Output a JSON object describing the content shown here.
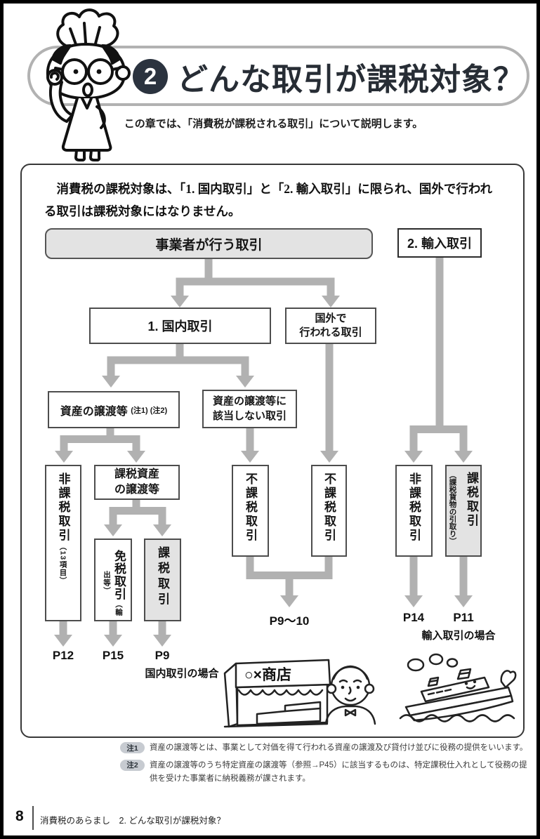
{
  "header": {
    "chapter_number": "2",
    "title": "どんな取引が課税対象？",
    "subtitle": "この章では、「消費税が課税される取引」について説明します。"
  },
  "intro_line": "消費税の課税対象は、「1. 国内取引」と「2. 輸入取引」に限られ、国外で行われる取引は課税対象にはなりません。",
  "flow": {
    "business": "事業者が行う取引",
    "import": "2. 輸入取引",
    "domestic": "1. 国内取引",
    "abroad": "国外で\n行われる取引",
    "transfer": "資産の譲渡等",
    "transfer_refs": "(注1) (注2)",
    "not_transfer": "資産の譲渡等に\n該当しない取引",
    "nontaxable": "非課税取引",
    "nontaxable_sub": "（13項目）",
    "taxable_assets": "課税資産\nの譲渡等",
    "exempt": "免税取引",
    "exempt_sub": "（輸出等）",
    "taxable_domestic": "課税取引",
    "outside_domestic": "不課税取引",
    "outside_abroad": "不課税取引",
    "nontaxable_import": "非課税取引",
    "taxable_import": "課税取引",
    "taxable_import_sub": "（課税貨物の引取り）",
    "ref_p12": "P12",
    "ref_p15": "P15",
    "ref_p9": "P9",
    "ref_p9_10": "P9～10",
    "ref_p14": "P14",
    "ref_p11": "P11",
    "domestic_case": "国内取引の場合",
    "import_case": "輸入取引の場合",
    "shop_sign": "○×商店"
  },
  "notes": {
    "note1_badge": "注1",
    "note1_text": "資産の譲渡等とは、事業として対価を得て行われる資産の譲渡及び貸付け並びに役務の提供をいいます。",
    "note2_badge": "注2",
    "note2_text": "資産の譲渡等のうち特定資産の譲渡等（参照→P45）に該当するものは、特定課税仕入れとして役務の提供を受けた事業者に納税義務が課されます。"
  },
  "footer": {
    "page_number": "8",
    "text": "消費税のあらまし　2. どんな取引が課税対象？"
  },
  "colors": {
    "connector": "#b1b1b1",
    "box_gray": "#e3e3e3",
    "badge_bg": "#c7cbd1",
    "circle_bg": "#2b333f",
    "banner_border": "#b2b2b2"
  }
}
